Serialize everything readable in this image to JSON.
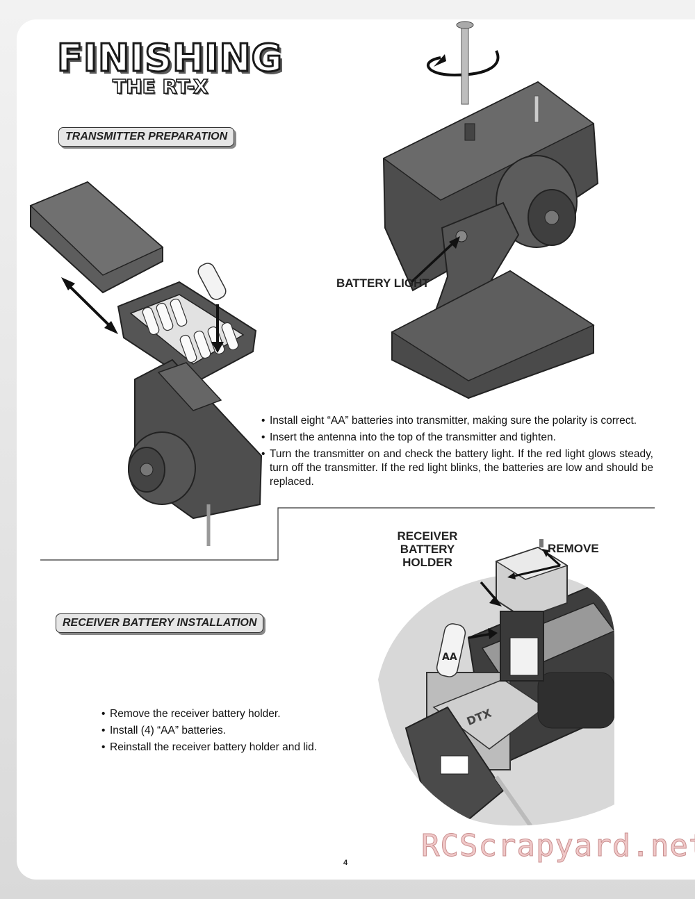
{
  "title": {
    "main": "FINISHING",
    "sub": "THE RT-X"
  },
  "sections": {
    "transmitter": {
      "heading": "TRANSMITTER PREPARATION",
      "callout": "BATTERY LIGHT",
      "bullets": [
        "Install eight “AA” batteries into transmitter, making sure the polarity is correct.",
        "Insert the antenna into the top of the transmitter and tighten.",
        "Turn the transmitter on and check the battery light. If the red light glows steady, turn off the transmitter. If the red light blinks, the batteries are low and should be replaced."
      ]
    },
    "receiver": {
      "heading": "RECEIVER BATTERY INSTALLATION",
      "callout_holder": "RECEIVER BATTERY HOLDER",
      "callout_remove": "REMOVE",
      "battery_label": "AA",
      "chassis_label": "DTX",
      "bullets": [
        "Remove the receiver battery holder.",
        "Install (4) “AA” batteries.",
        "Reinstall the receiver battery holder and lid."
      ]
    }
  },
  "page_number": "4",
  "watermark": "RCScrapyard.net"
}
